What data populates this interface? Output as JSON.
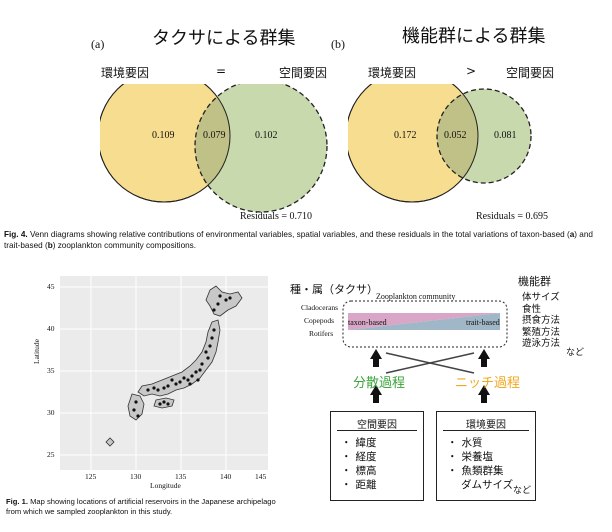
{
  "venn_panels": [
    {
      "letter": "(a)",
      "title": "タクサによる群集",
      "left_label": "環境要因",
      "operator": "=",
      "right_label": "空間要因",
      "left_only": "0.109",
      "overlap": "0.079",
      "right_only": "0.102",
      "residuals": "Residuals = 0.710"
    },
    {
      "letter": "(b)",
      "title": "機能群による群集",
      "left_label": "環境要因",
      "operator": ">",
      "right_label": "空間要因",
      "left_only": "0.172",
      "overlap": "0.052",
      "right_only": "0.081",
      "residuals": "Residuals = 0.695"
    }
  ],
  "fig4": {
    "label": "Fig. 4.",
    "text": "Venn diagrams showing relative contributions of environmental variables, spatial variables, and these residuals in the total variations of taxon-based (",
    "a": "a",
    "mid": ") and trait-based (",
    "b": "b",
    "end": ") zooplankton community compositions."
  },
  "map": {
    "y_axis_label": "Latitude",
    "x_axis_label": "Longitude",
    "y_ticks": [
      "45",
      "40",
      "35",
      "30",
      "25"
    ],
    "x_ticks": [
      "125",
      "130",
      "135",
      "140",
      "145"
    ]
  },
  "fig1": {
    "label": "Fig. 1.",
    "text": "Map showing locations of artificial reservoirs in the Japanese archipelago from which we sampled zooplankton in this study."
  },
  "schematic": {
    "taxa_heading": "種・属（タクサ）",
    "traits_heading": "機能群",
    "community_label": "Zooplankton community",
    "taxa": [
      "Cladocerans",
      "Copepods",
      "Rotifers"
    ],
    "taxon_based": "taxon-based",
    "trait_based": "trait-based",
    "traits": [
      "体サイズ",
      "食性",
      "摂食方法",
      "繁殖方法",
      "遊泳方法"
    ],
    "traits_etc": "など",
    "dispersal": "分散過程",
    "niche": "ニッチ過程",
    "spatial_box": {
      "title": "空間要因",
      "items": [
        "緯度",
        "経度",
        "標高",
        "距離"
      ]
    },
    "env_box": {
      "title": "環境要因",
      "items": [
        "水質",
        "栄養塩",
        "魚類群集",
        "ダムサイズ"
      ],
      "etc": "など"
    }
  },
  "colors": {
    "env_fill": "#f7dd8f",
    "space_fill": "#c4d6a7",
    "overlap_fill": "#c0c186",
    "dispersal_green": "#3aa33a",
    "niche_orange": "#f0a81e",
    "taxon_pink": "#d9a6c7",
    "trait_blue": "#9fb7c7"
  }
}
